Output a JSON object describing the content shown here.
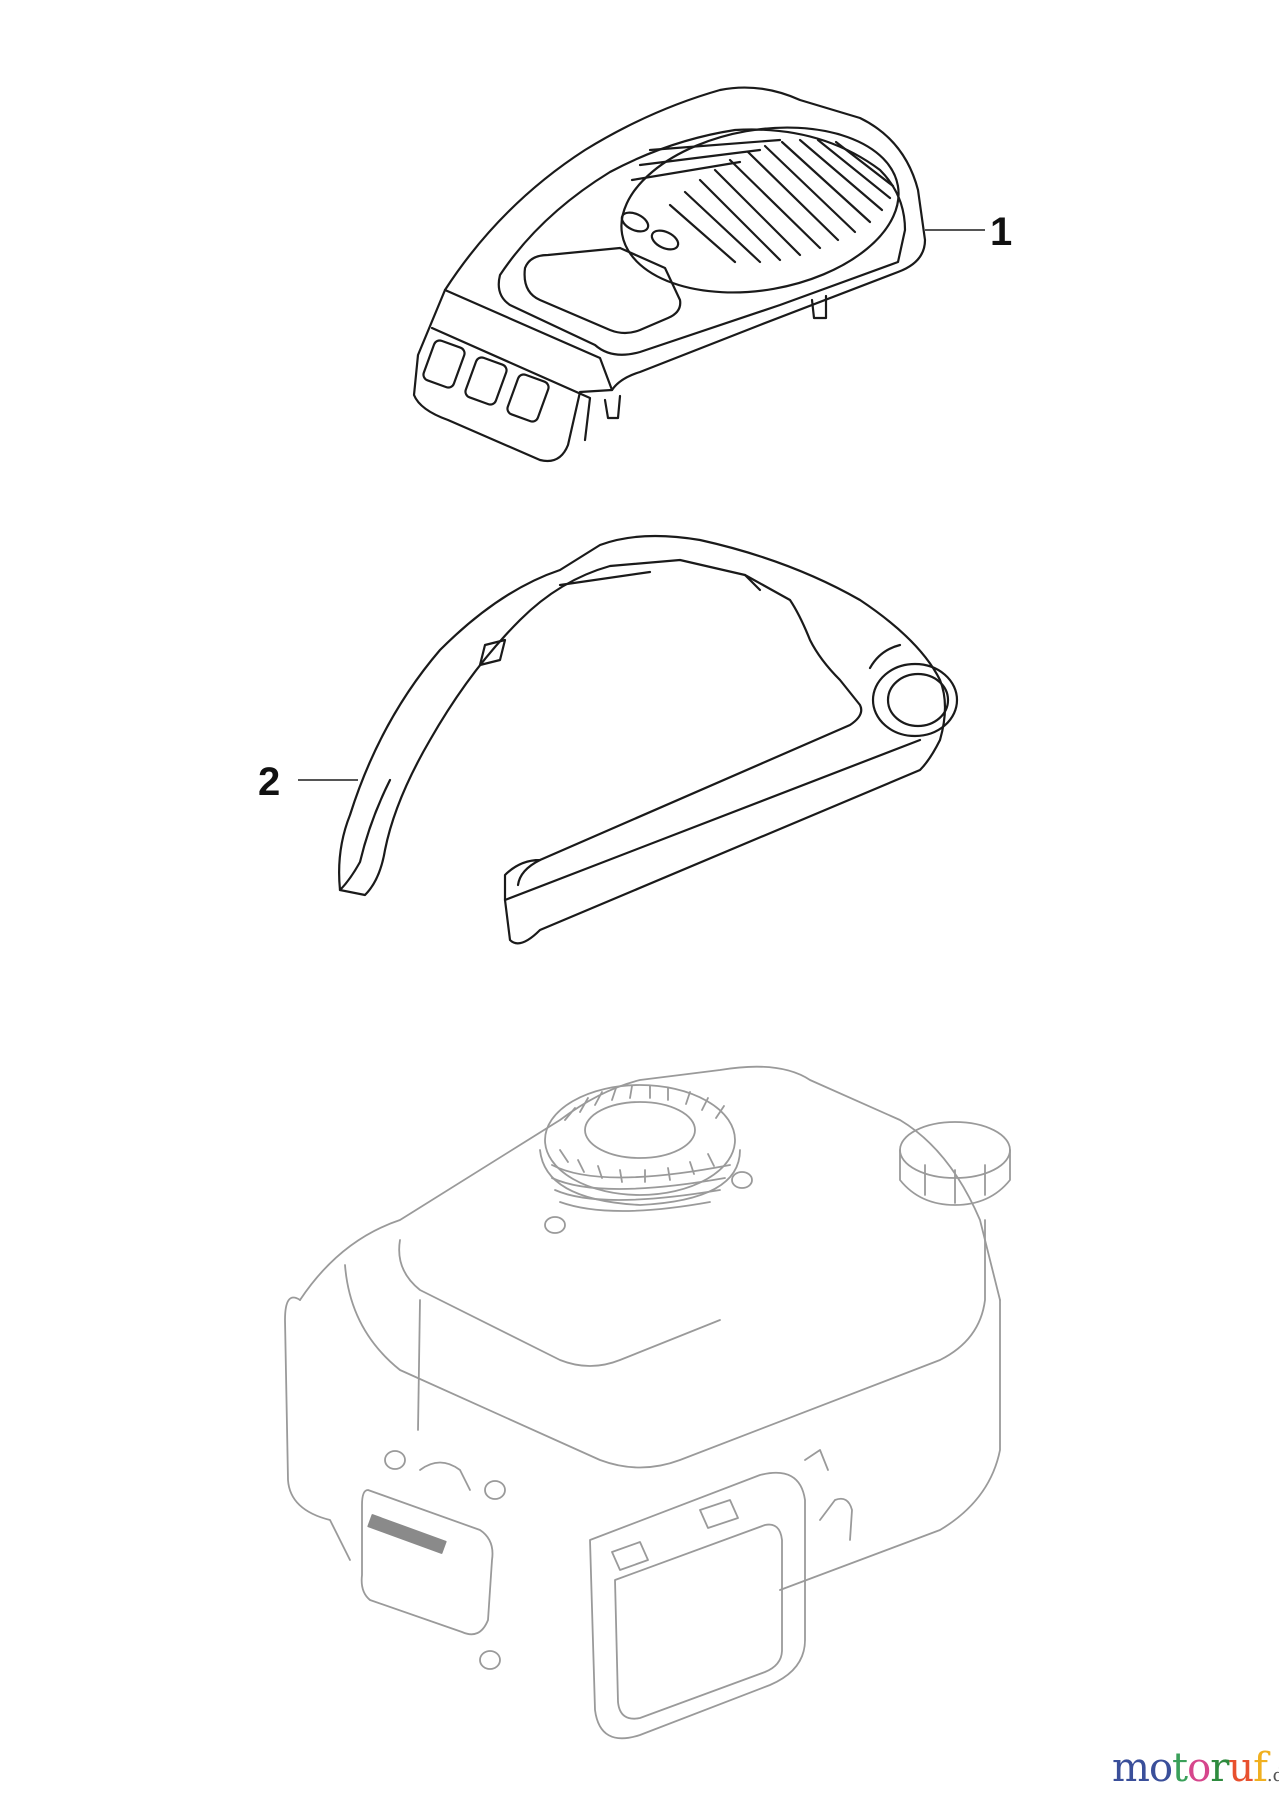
{
  "diagram": {
    "type": "exploded-parts-diagram",
    "parts": [
      {
        "callout": "1",
        "description": "engine top cover with vent grille"
      },
      {
        "callout": "2",
        "description": "cover frame / trim ring"
      }
    ],
    "reference_assembly": "engine (shown ghosted, grey)"
  },
  "watermark": {
    "letters": [
      {
        "char": "m",
        "color": "#3a4f9a"
      },
      {
        "char": "o",
        "color": "#3a4f9a"
      },
      {
        "char": "t",
        "color": "#3aa05a"
      },
      {
        "char": "o",
        "color": "#d6468c"
      },
      {
        "char": "r",
        "color": "#2e8b3e"
      },
      {
        "char": "u",
        "color": "#e8502e"
      },
      {
        "char": "f",
        "color": "#f0b020"
      }
    ],
    "text": "motoruf",
    "tld": ".de"
  },
  "colors": {
    "background": "#ffffff",
    "part_lines": "#1a1a1a",
    "engine_lines": "#9a9a9a",
    "leader_lines": "#555555"
  }
}
